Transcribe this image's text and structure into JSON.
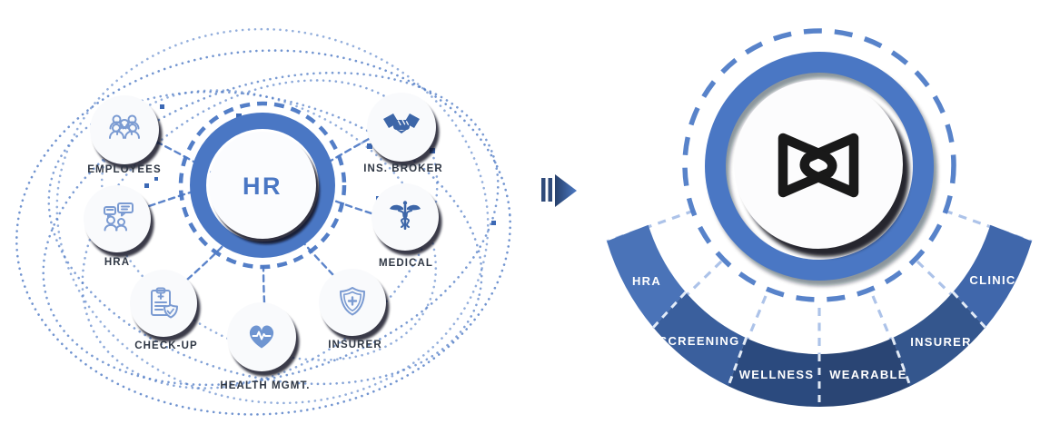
{
  "diagram": {
    "left": {
      "hub_label": "HR",
      "satellites": [
        {
          "label": "EMPLOYEES",
          "icon": "people-group-icon"
        },
        {
          "label": "INS. BROKER",
          "icon": "handshake-icon"
        },
        {
          "label": "HRA",
          "icon": "chat-consultation-icon"
        },
        {
          "label": "MEDICAL",
          "icon": "caduceus-icon"
        },
        {
          "label": "CHECK-UP",
          "icon": "clipboard-shield-icon"
        },
        {
          "label": "INSURER",
          "icon": "shield-cross-icon"
        },
        {
          "label": "HEALTH MGMT.",
          "icon": "heart-pulse-icon"
        }
      ]
    },
    "arrow": {
      "direction": "right"
    },
    "right": {
      "hub_logo": "interlocked-links-logo",
      "segments": [
        "HRA",
        "SCREENING",
        "WELLNESS",
        "WEARABLE",
        "INSURER",
        "CLINIC"
      ]
    },
    "colors": {
      "primary_blue": "#4a77c4",
      "dark_navy": "#2b4a7e",
      "icon_blue": "#3d66a8",
      "heart_blue": "#6f95d1",
      "light_dash": "#a9c0e8",
      "label_dark": "#2f3744",
      "circle_white": "#fbfcfe",
      "logo_black": "#191919",
      "arrow_navy": "#2c4672"
    }
  }
}
